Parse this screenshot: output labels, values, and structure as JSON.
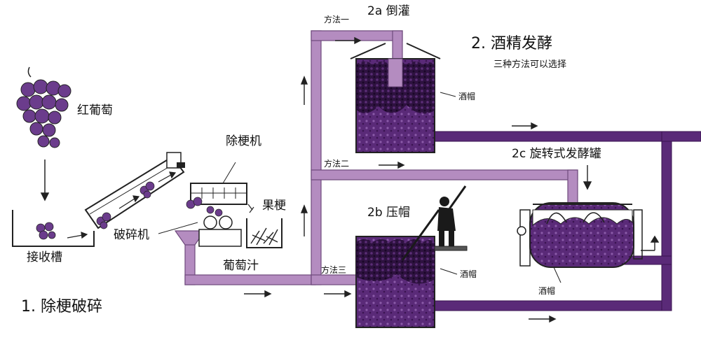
{
  "diagram": {
    "colors": {
      "pipe": "#b48cc0",
      "pipe_edge": "#6e4a7c",
      "wine": "#5a2a78",
      "wine_light": "#8a5aa8",
      "grape": "#6b3c8c",
      "stroke": "#222222"
    },
    "section_stemming": "1. 除梗破碎",
    "section_fermentation": "2. 酒精发酵",
    "fermentation_note": "三种方法可以选择",
    "red_grapes": "红葡萄",
    "receiving_trough": "接收槽",
    "crusher": "破碎机",
    "destemmer": "除梗机",
    "stems": "果梗",
    "grape_juice": "葡萄汁",
    "method_one": "方法一",
    "method_two": "方法二",
    "method_three": "方法三",
    "pumpover_title": "2a  倒灌",
    "punchdown_title": "2b  压帽",
    "rotary_title": "2c  旋转式发酵罐",
    "cap_label_a": "酒帽",
    "cap_label_b": "酒帽",
    "cap_label_c": "酒帽"
  }
}
